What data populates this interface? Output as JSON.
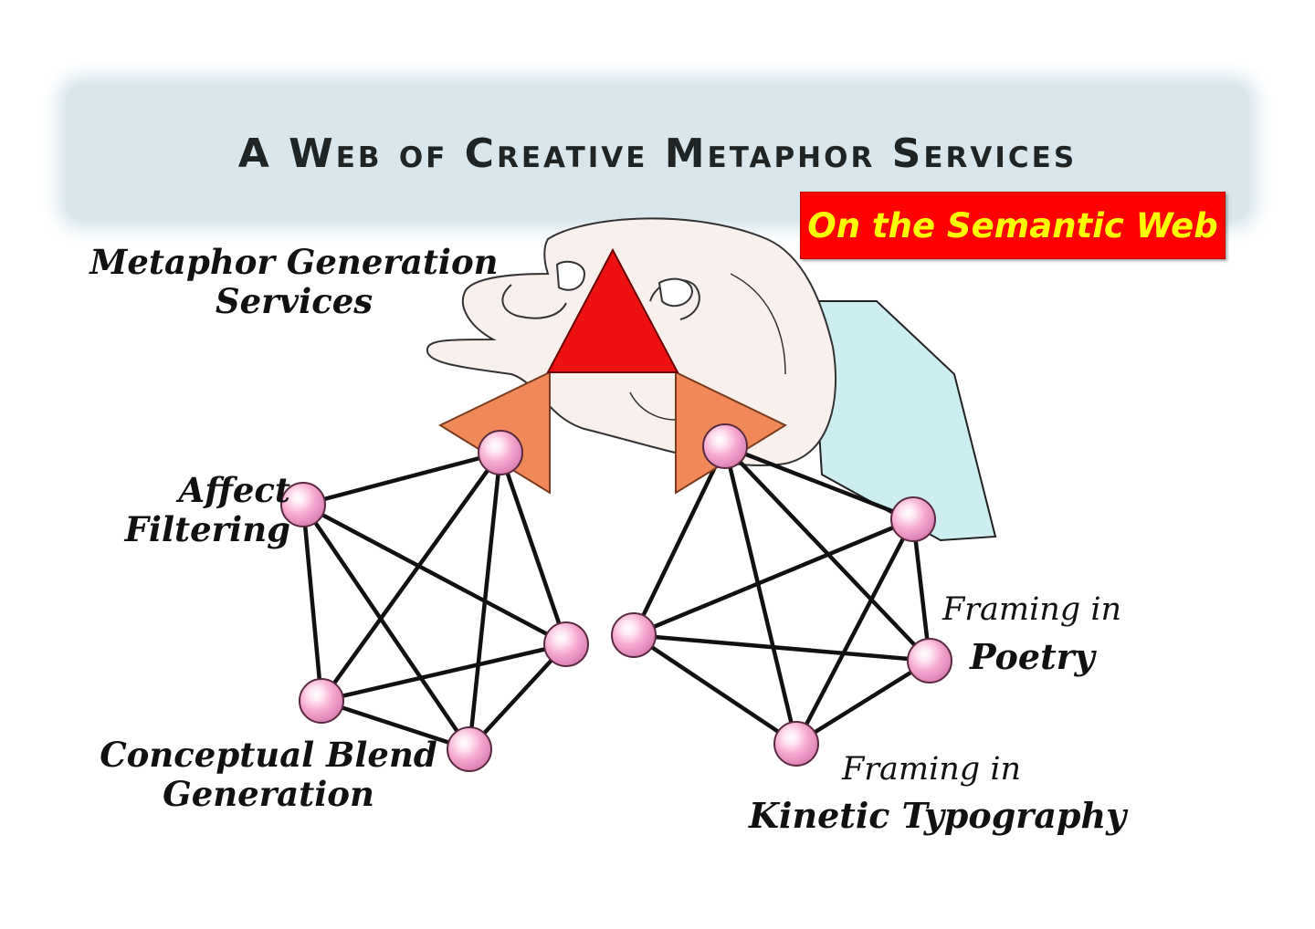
{
  "title": "A Web of Creative Metaphor Services",
  "badge": "On the Semantic Web",
  "labels": {
    "metaphor_generation": [
      "Metaphor Generation",
      "Services"
    ],
    "affect_filtering": [
      "Affect",
      "Filtering"
    ],
    "conceptual_blend": [
      "Conceptual Blend",
      "Generation"
    ],
    "framing_poetry_1": "Framing in",
    "framing_poetry_2": "Poetry",
    "framing_kinetic_1": "Framing in",
    "framing_kinetic_2": "Kinetic Typography"
  },
  "colors": {
    "title_band": "#d9e7ed",
    "badge_bg": "#ff0000",
    "badge_text": "#ffff00",
    "triangle_top": "#ee1111",
    "triangle_side": "#f08858",
    "node": "#f5a8cf",
    "edge": "#111111",
    "sleeve": "#cdeef0"
  }
}
